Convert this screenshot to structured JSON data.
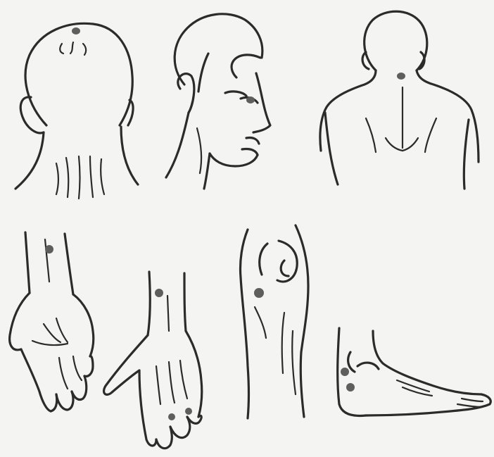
{
  "figure": {
    "background_color": "#f4f4f2",
    "line_color": "#2b2b2b",
    "point_color": "#5e5e5e",
    "panels": [
      {
        "name": "head-back-view",
        "points": 1
      },
      {
        "name": "face-side-view",
        "points": 1
      },
      {
        "name": "upper-back-view",
        "points": 1
      },
      {
        "name": "palm-and-wrist",
        "points": 1
      },
      {
        "name": "back-of-hand",
        "points": 3
      },
      {
        "name": "knee",
        "points": 1
      },
      {
        "name": "foot-side-view",
        "points": 2
      }
    ]
  }
}
